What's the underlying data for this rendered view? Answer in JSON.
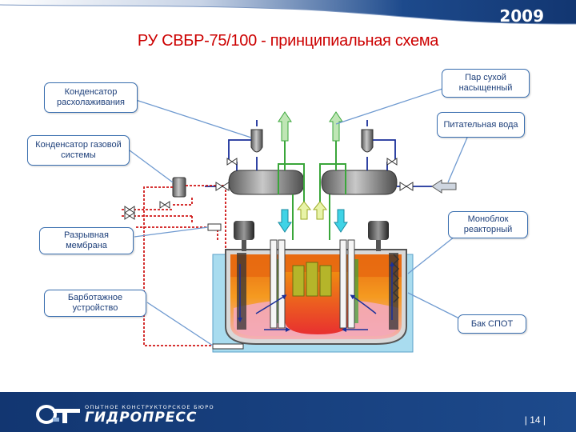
{
  "header": {
    "year": "2009"
  },
  "title": "РУ СВБР-75/100   - принципиальная схема",
  "labels": {
    "condenser_cooldown": "Конденсатор расхолаживания",
    "condenser_gas": "Конденсатор газовой системы",
    "rupture_membrane": "Разрывная мембрана",
    "bubbler": "Барботажное устройство",
    "dry_steam": "Пар сухой насыщенный",
    "feedwater": "Питательная вода",
    "monoblock": "Моноблок реакторный",
    "tank": "Бак СПОТ"
  },
  "footer": {
    "org_line": "ОПЫТНОЕ КОНСТРУКТОРСКОЕ БЮРО",
    "org_name": "ГИДРОПРЕСС",
    "page": "|  14  |"
  },
  "colors": {
    "band": "#1a3f7c",
    "title": "#cc0000",
    "label_border": "#3a6fb0",
    "pipe_red": "#d01818",
    "pipe_blue": "#1a2f9a",
    "pipe_green": "#3aa63a",
    "tank_water": "#a9dcef"
  }
}
